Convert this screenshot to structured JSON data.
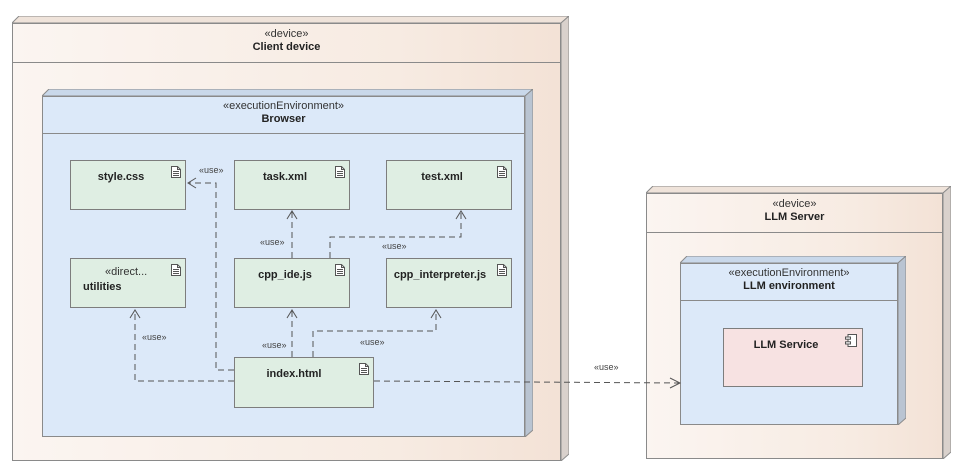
{
  "client_device": {
    "stereotype": "«device»",
    "name": "Client device"
  },
  "browser": {
    "stereotype": "«executionEnvironment»",
    "name": "Browser"
  },
  "artifacts": {
    "style_css": "style.css",
    "task_xml": "task.xml",
    "test_xml": "test.xml",
    "utilities_stereotype": "«direct...",
    "utilities": "utilities",
    "cpp_ide_js": "cpp_ide.js",
    "cpp_interpreter_js": "cpp_interpreter.js",
    "index_html": "index.html"
  },
  "llm_server": {
    "stereotype": "«device»",
    "name": "LLM Server"
  },
  "llm_environment": {
    "stereotype": "«executionEnvironment»",
    "name": "LLM environment"
  },
  "llm_service": "LLM Service",
  "use_label": "«use»"
}
